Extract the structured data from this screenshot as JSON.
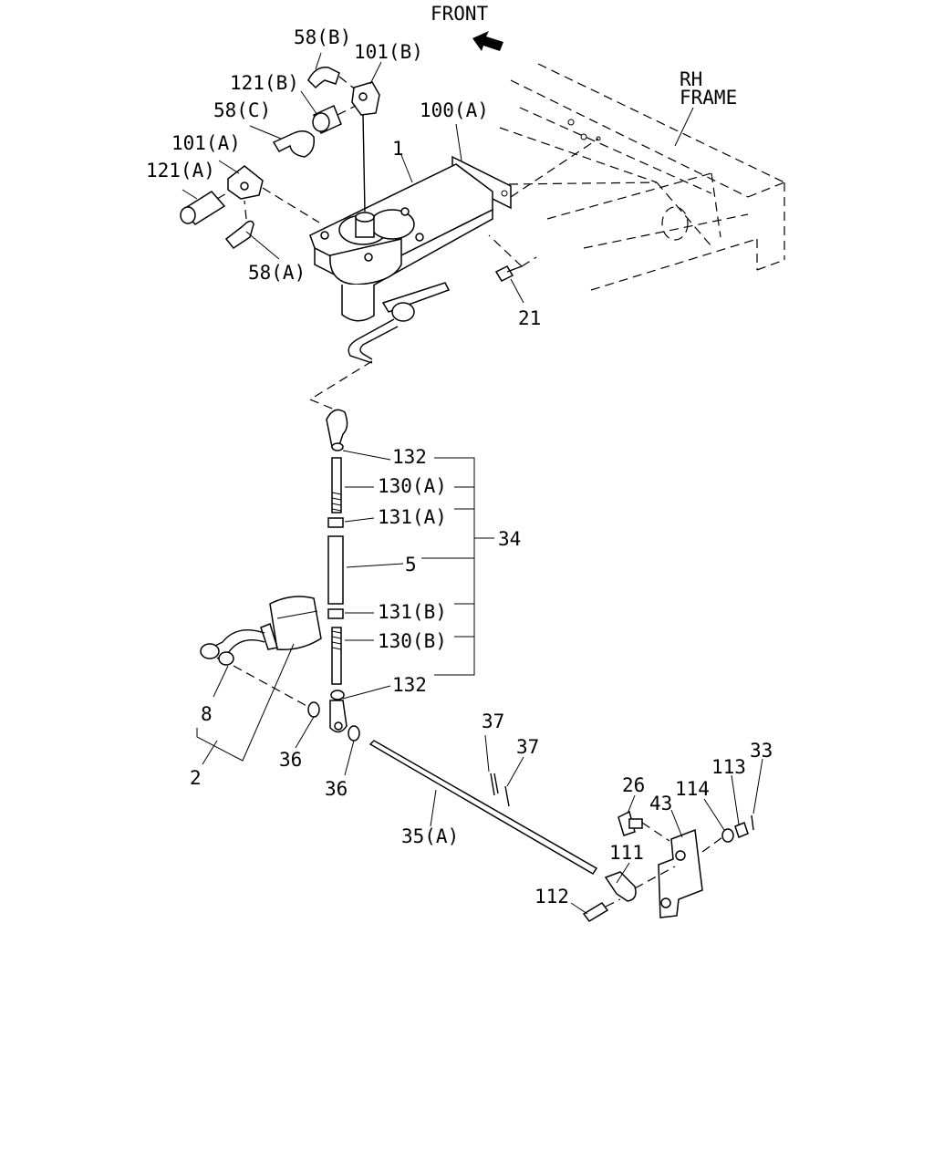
{
  "direction": {
    "label": "FRONT"
  },
  "frame": {
    "label_line1": "RH",
    "label_line2": "FRAME"
  },
  "callouts": {
    "c_58B": "58(B)",
    "c_101B": "101(B)",
    "c_121B": "121(B)",
    "c_58C": "58(C)",
    "c_101A": "101(A)",
    "c_121A": "121(A)",
    "c_58A": "58(A)",
    "c_100A": "100(A)",
    "c_1": "1",
    "c_21": "21",
    "c_132_top": "132",
    "c_130A": "130(A)",
    "c_131A": "131(A)",
    "c_34": "34",
    "c_5": "5",
    "c_131B": "131(B)",
    "c_130B": "130(B)",
    "c_132_bot": "132",
    "c_8": "8",
    "c_2": "2",
    "c_36_a": "36",
    "c_36_b": "36",
    "c_37_a": "37",
    "c_37_b": "37",
    "c_35A": "35(A)",
    "c_26": "26",
    "c_43": "43",
    "c_114": "114",
    "c_113": "113",
    "c_33": "33",
    "c_111": "111",
    "c_112": "112"
  }
}
